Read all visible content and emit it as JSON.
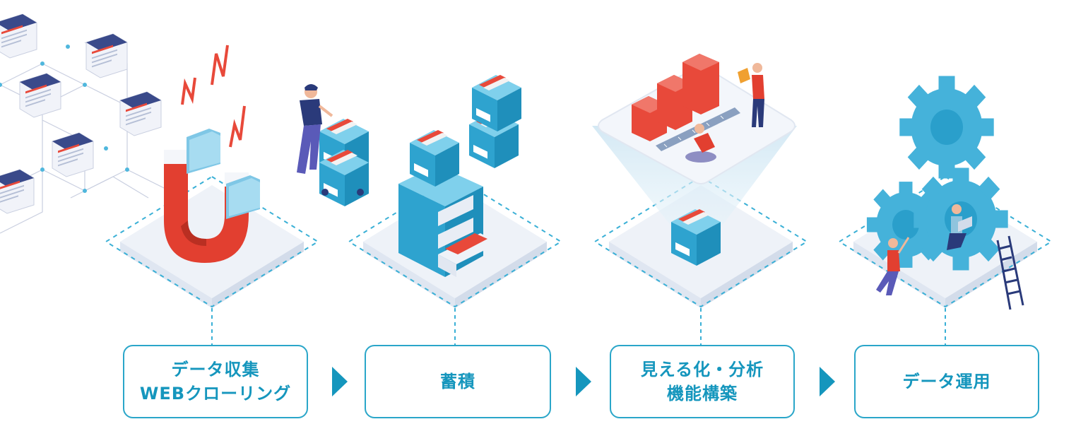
{
  "steps": [
    {
      "id": "collect",
      "lines": [
        "データ収集",
        "WEBクローリング"
      ],
      "icon": "magnet-crawling-illustration"
    },
    {
      "id": "store",
      "lines": [
        "蓄積"
      ],
      "icon": "file-storage-illustration"
    },
    {
      "id": "analyze",
      "lines": [
        "見える化・分析",
        "機能構築"
      ],
      "icon": "visualization-funnel-illustration"
    },
    {
      "id": "operate",
      "lines": [
        "データ運用"
      ],
      "icon": "gears-illustration"
    }
  ],
  "colors": {
    "accent": "#1596bd",
    "box_border": "#2aa6c9",
    "platform": "#eef2f8",
    "file_box": "#3bb0d8",
    "red": "#e8493a",
    "orange_red": "#e05a47",
    "navy": "#2a3a7a"
  }
}
